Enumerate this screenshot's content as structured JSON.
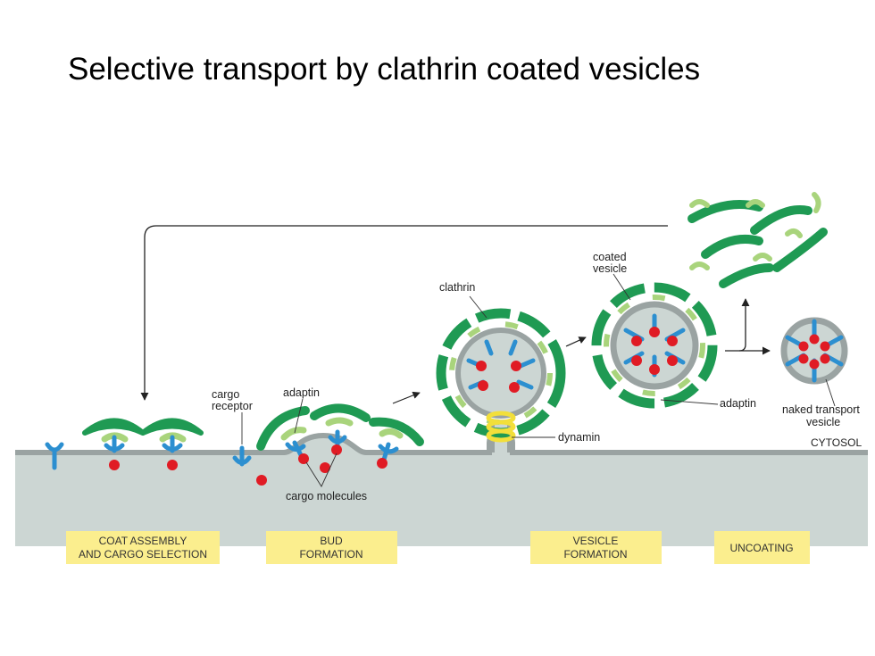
{
  "title": "Selective transport by clathrin coated vesicles",
  "labels": {
    "cargo_receptor_1": "cargo",
    "cargo_receptor_2": "receptor",
    "adaptin_bud": "adaptin",
    "cargo_molecules": "cargo molecules",
    "clathrin": "clathrin",
    "dynamin": "dynamin",
    "coated_vesicle_1": "coated",
    "coated_vesicle_2": "vesicle",
    "adaptin_vesicle": "adaptin",
    "naked_1": "naked transport",
    "naked_2": "vesicle",
    "cytosol": "CYTOSOL"
  },
  "stages": [
    {
      "line1": "COAT ASSEMBLY",
      "line2": "AND CARGO SELECTION"
    },
    {
      "line1": "BUD",
      "line2": "FORMATION"
    },
    {
      "line1": "VESICLE",
      "line2": "FORMATION"
    },
    {
      "line1": "UNCOATING",
      "line2": ""
    }
  ],
  "colors": {
    "clathrin": "#1f9a53",
    "adaptin": "#a9d47c",
    "receptor": "#2c8fd0",
    "cargo": "#e01b24",
    "dynamin": "#f2df3a",
    "membrane": "#9aa3a2",
    "lumen": "#ccd6d3"
  }
}
